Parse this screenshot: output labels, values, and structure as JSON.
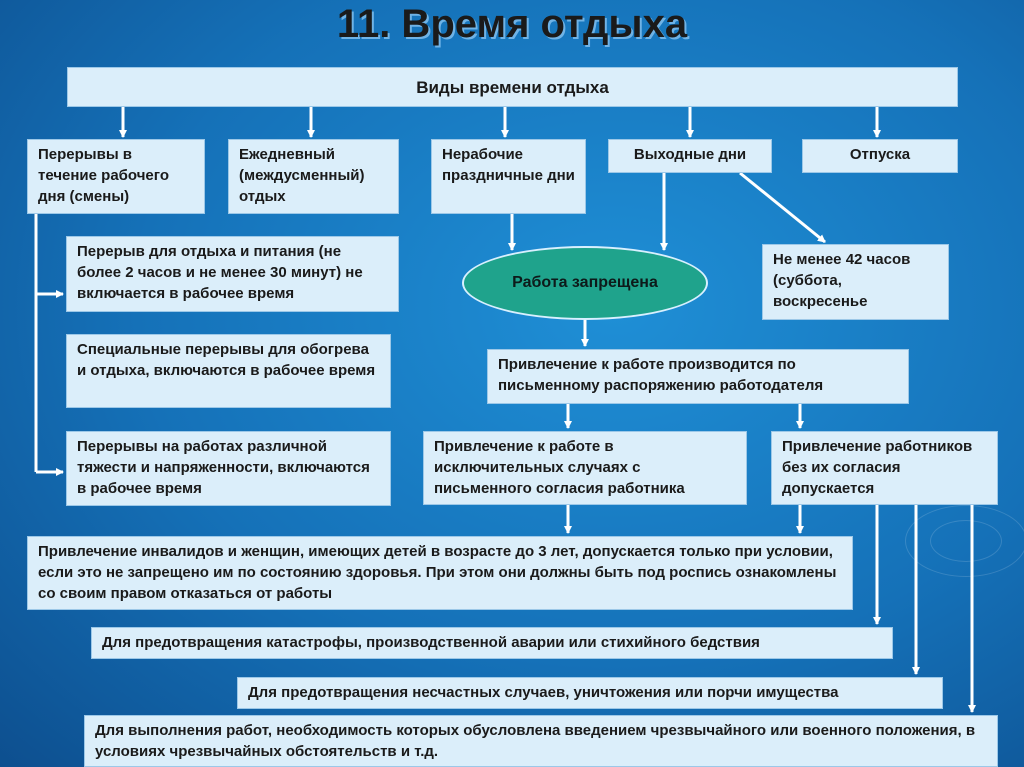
{
  "title": "11. Время отдыха",
  "root": "Виды времени отдыха",
  "categories": {
    "breaks": "Перерывы в течение рабочего дня (смены)",
    "daily": "Ежедневный (междусменный) отдых",
    "holidays": "Нерабочие праздничные дни",
    "weekends": "Выходные дни",
    "vacations": "Отпуска"
  },
  "break_types": [
    "Перерыв для отдыха и питания (не более 2 часов и не менее 30 минут) не включается в рабочее время",
    "Специальные перерывы для обогрева и отдыха, включаются в рабочее время",
    "Перерывы на работах различной тяжести и напряженности, включаются в рабочее время"
  ],
  "work_forbidden": "Работа запрещена",
  "weekend_duration": "Не менее 42 часов (суббота, воскресенье",
  "written_order": "Привлечение к работе производится по письменному распоряжению работодателя",
  "exceptional_consent": "Привлечение к работе в исключительных случаях с письменного согласия работника",
  "without_consent": "Привлечение работников без их согласия допускается",
  "disabled_women": "Привлечение инвалидов и женщин, имеющих детей в возрасте до 3 лет, допускается только при условии, если это не запрещено им по состоянию здоровья. При этом они должны быть под роспись ознакомлены со своим правом отказаться от работы",
  "conditions": [
    "Для предотвращения катастрофы, производственной аварии или стихийного бедствия",
    "Для предотвращения несчастных случаев, уничтожения или порчи имущества",
    "Для выполнения работ, необходимость которых обусловлена введением чрезвычайного или военного положения, в условиях чрезвычайных обстоятельств и т.д."
  ],
  "colors": {
    "background": "#1571b8",
    "box_fill": "#dbeefa",
    "ellipse_fill": "#1fa38c",
    "arrow": "#ffffff"
  }
}
